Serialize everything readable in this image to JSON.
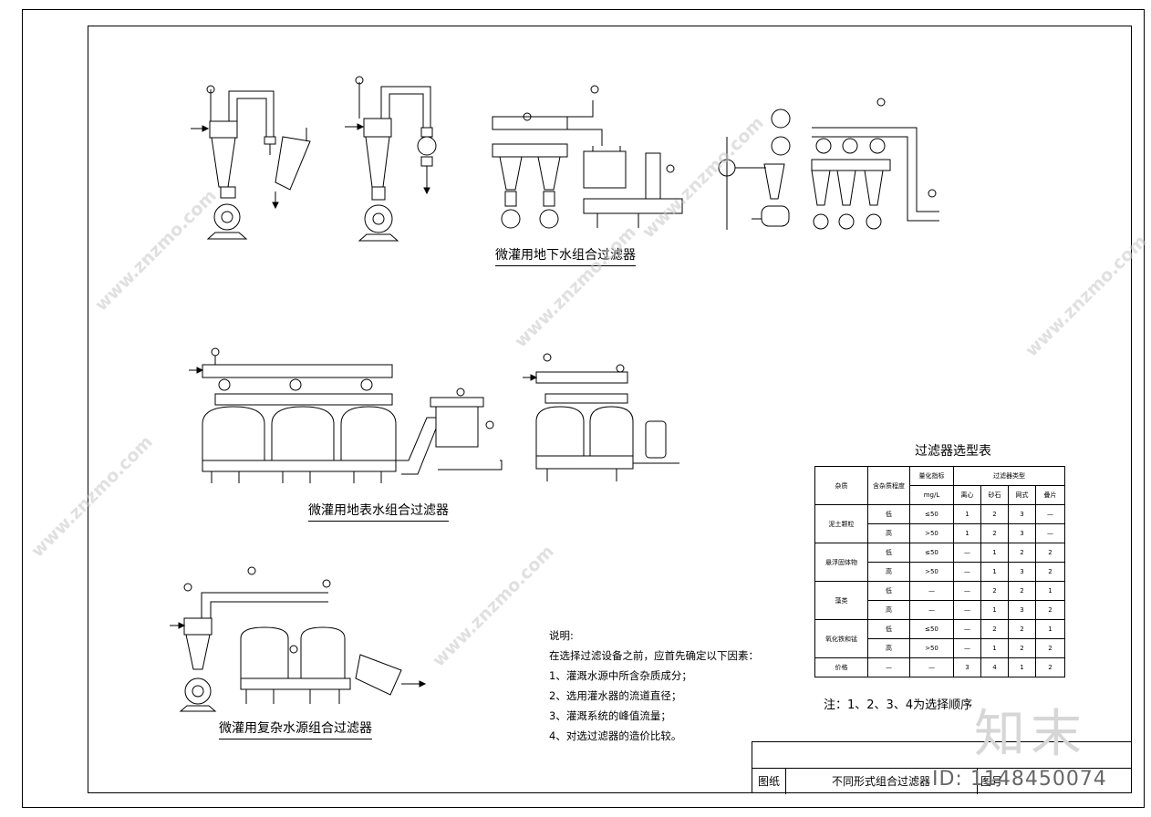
{
  "captions": {
    "underground": "微灌用地下水组合过滤器",
    "surface": "微灌用地表水组合过滤器",
    "complex": "微灌用复杂水源组合过滤器"
  },
  "notes": {
    "heading": "说明:",
    "intro": "在选择过滤设备之前，应首先确定以下因素：",
    "items": [
      "1、灌溉水源中所含杂质成分；",
      "2、选用灌水器的流道直径；",
      "3、灌溉系统的峰值流量；",
      "4、对选过滤器的造价比较。"
    ]
  },
  "selection_table": {
    "title": "过滤器选型表",
    "col_impurity": "杂质",
    "col_level": "含杂质程度",
    "col_index": "量化指标",
    "col_unit": "mg/L",
    "col_types": "过滤器类型",
    "type_names": [
      "离心",
      "砂石",
      "网式",
      "叠片"
    ],
    "rows": [
      {
        "impurity": "泥土颗粒",
        "entries": [
          {
            "level": "低",
            "index": "≤50",
            "vals": [
              "1",
              "2",
              "3",
              "—"
            ]
          },
          {
            "level": "高",
            "index": ">50",
            "vals": [
              "1",
              "2",
              "3",
              "—"
            ]
          }
        ]
      },
      {
        "impurity": "悬浮固体物",
        "entries": [
          {
            "level": "低",
            "index": "≤50",
            "vals": [
              "—",
              "1",
              "2",
              "2"
            ]
          },
          {
            "level": "高",
            "index": ">50",
            "vals": [
              "—",
              "1",
              "3",
              "2"
            ]
          }
        ]
      },
      {
        "impurity": "藻类",
        "entries": [
          {
            "level": "低",
            "index": "—",
            "vals": [
              "—",
              "2",
              "2",
              "1"
            ]
          },
          {
            "level": "高",
            "index": "—",
            "vals": [
              "—",
              "1",
              "3",
              "2"
            ]
          }
        ]
      },
      {
        "impurity": "氧化铁和锰",
        "entries": [
          {
            "level": "低",
            "index": "≤50",
            "vals": [
              "—",
              "2",
              "2",
              "1"
            ]
          },
          {
            "level": "高",
            "index": ">50",
            "vals": [
              "—",
              "1",
              "2",
              "2"
            ]
          }
        ]
      }
    ],
    "price_row": {
      "label": "价格",
      "level": "—",
      "index": "—",
      "vals": [
        "3",
        "4",
        "1",
        "2"
      ]
    },
    "note": "注：1、2、3、4为选择顺序"
  },
  "title_block": {
    "label_drawing": "图纸",
    "drawing_name": "不同形式组合过滤器",
    "label_no": "图号"
  },
  "watermark": {
    "url": "www.znzmo.com",
    "brand": "知末",
    "id": "ID: 1148450074"
  }
}
